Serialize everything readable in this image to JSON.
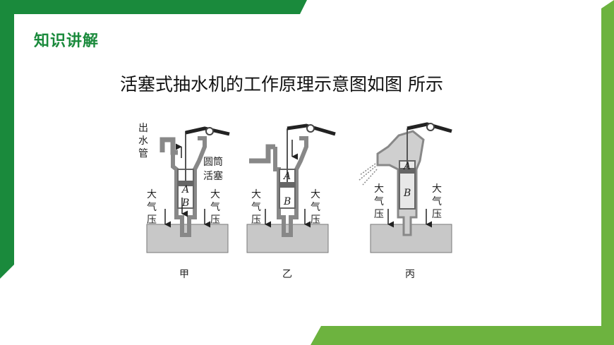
{
  "header": {
    "section_title": "知识讲解"
  },
  "slide": {
    "title": "活塞式抽水机的工作原理示意图如图 所示"
  },
  "figure": {
    "panels": [
      {
        "caption": "甲",
        "labels": {
          "outlet": [
            "出",
            "水",
            "管"
          ],
          "cylinder": "圆筒",
          "piston": "活塞",
          "valve_a": "A",
          "valve_b": "B",
          "atm_left": [
            "大",
            "气",
            "压"
          ],
          "atm_right": [
            "大",
            "气",
            "压"
          ]
        }
      },
      {
        "caption": "乙",
        "labels": {
          "valve_a": "A",
          "valve_b": "B",
          "atm_left": [
            "大",
            "气",
            "压"
          ],
          "atm_right": [
            "大",
            "气",
            "压"
          ]
        }
      },
      {
        "caption": "丙",
        "labels": {
          "valve_a": "A",
          "valve_b": "B",
          "atm_left": [
            "大",
            "气",
            "压"
          ],
          "atm_right": [
            "大",
            "气",
            "压"
          ]
        }
      }
    ]
  },
  "colors": {
    "green_dark": "#1a8a3c",
    "green_light": "#6db33f",
    "metal": "#a9a9a9",
    "ground": "#c8c8c8"
  }
}
